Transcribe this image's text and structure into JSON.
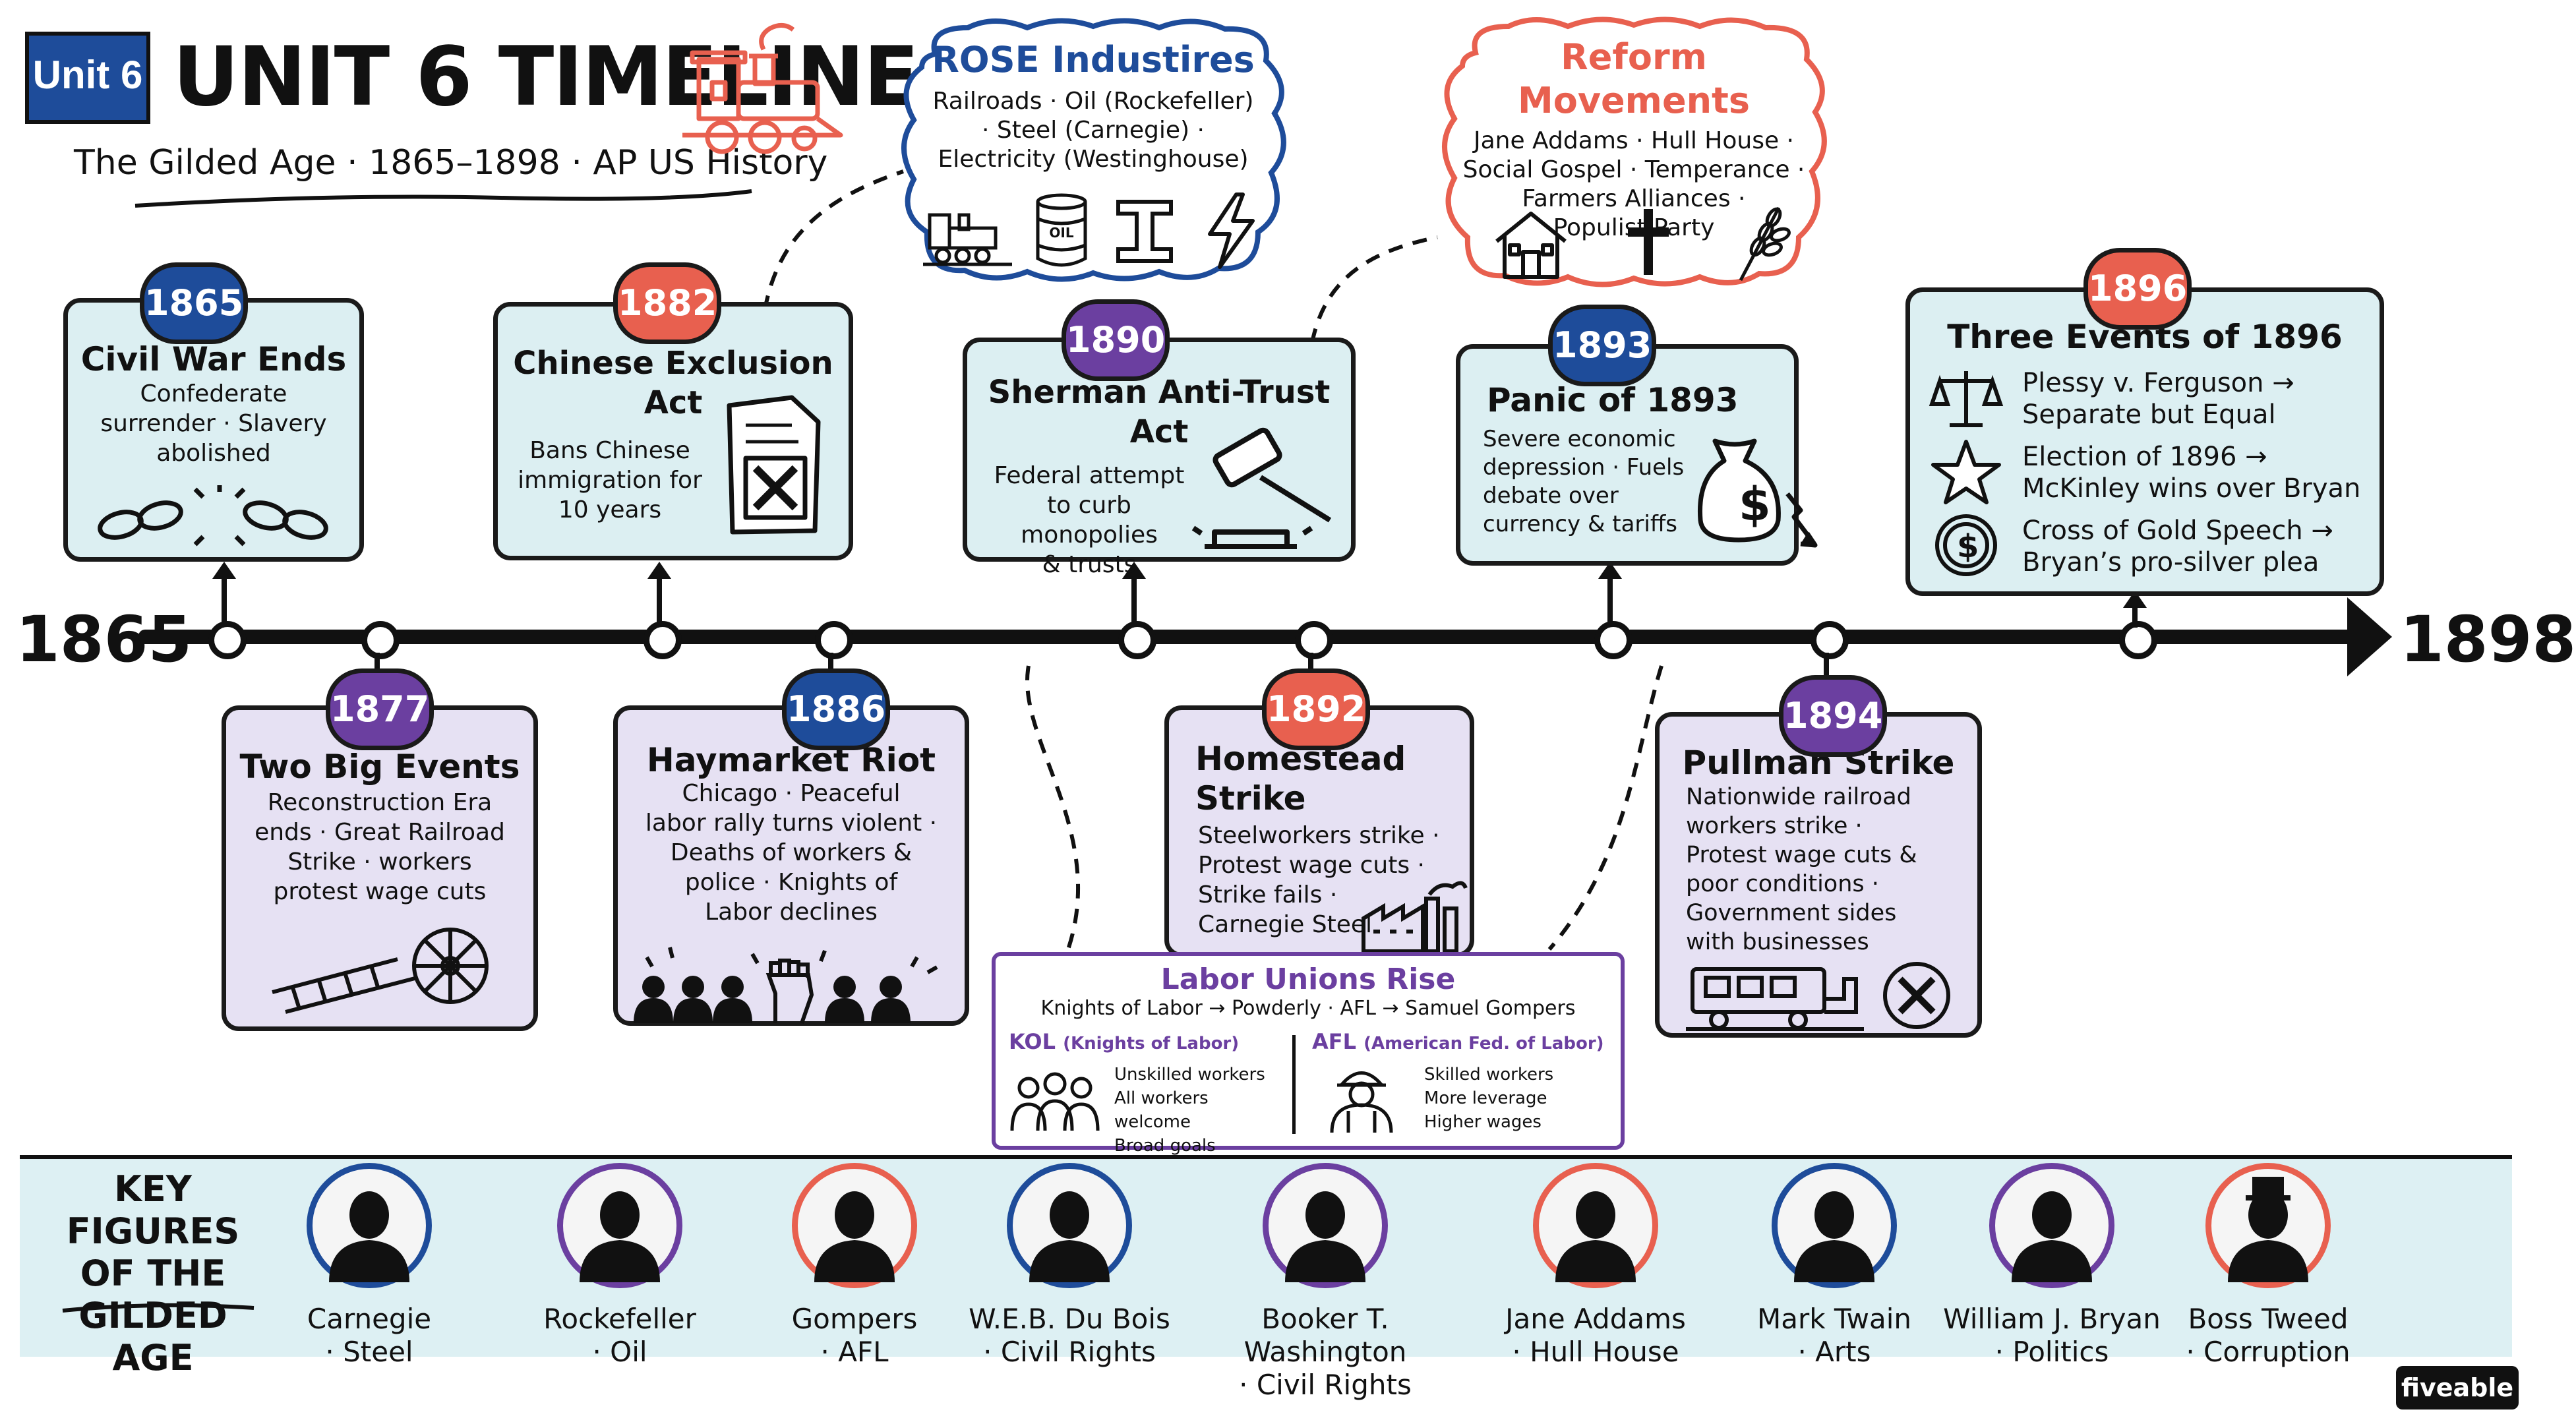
{
  "header": {
    "unit_badge": "Unit 6",
    "title": "UNIT 6 TIMELINE",
    "subtitle": "The Gilded Age · 1865–1898 · AP US History"
  },
  "timeline": {
    "start": "1865",
    "end": "1898"
  },
  "events_top": [
    {
      "year": "1865",
      "title": "Civil War Ends",
      "body": [
        "Confederate",
        "surrender · Slavery",
        "abolished"
      ],
      "icon": "broken-chain-icon"
    },
    {
      "year": "1882",
      "title": "Chinese Exclusion Act",
      "body": [
        "Bans Chinese",
        "immigration for",
        "10 years"
      ],
      "icon": "rejected-document-icon"
    },
    {
      "year": "1890",
      "title": "Sherman Anti-Trust Act",
      "body": [
        "Federal attempt",
        "to curb monopolies",
        "& trusts"
      ],
      "icon": "gavel-icon"
    },
    {
      "year": "1893",
      "title": "Panic of 1893",
      "body": [
        "Severe economic",
        "depression · Fuels",
        "debate over",
        "currency & tariffs"
      ],
      "icon": "money-bag-down-icon"
    },
    {
      "year": "1896",
      "title": "Three Events of 1896",
      "items": [
        {
          "icon": "scales-icon",
          "line1": "Plessy v. Ferguson →",
          "line2": "Separate but Equal"
        },
        {
          "icon": "star-icon",
          "line1": "Election of 1896 →",
          "line2": "McKinley wins over Bryan"
        },
        {
          "icon": "coin-icon",
          "line1": "Cross of Gold Speech →",
          "line2": "Bryan’s pro-silver plea"
        }
      ]
    }
  ],
  "events_bottom": [
    {
      "year": "1877",
      "title": "Two Big Events",
      "body": [
        "Reconstruction Era",
        "ends · Great Railroad",
        "Strike · workers",
        "protest wage cuts"
      ],
      "icon": "railroad-wheel-icon"
    },
    {
      "year": "1886",
      "title": "Haymarket Riot",
      "body": [
        "Chicago · Peaceful",
        "labor rally turns violent ·",
        "Deaths of workers &",
        "police · Knights of",
        "Labor declines"
      ],
      "icon": "crowd-fist-icon"
    },
    {
      "year": "1892",
      "title": "Homestead Strike",
      "body": [
        "Steelworkers strike ·",
        "Protest wage cuts ·",
        "Strike fails ·",
        "Carnegie Steel"
      ],
      "icon": "factory-icon"
    },
    {
      "year": "1894",
      "title": "Pullman Strike",
      "body": [
        "Nationwide railroad",
        "workers strike ·",
        "Protest wage cuts &",
        "poor conditions ·",
        "Government sides",
        "with businesses"
      ],
      "icon": "railcar-cancel-icon"
    }
  ],
  "rose": {
    "title": "ROSE Industires",
    "lines": [
      "Railroads · Oil (Rockefeller)",
      "· Steel (Carnegie) ·",
      "Electricity (Westinghouse)"
    ],
    "oil_label": "OIL"
  },
  "reform": {
    "title": "Reform Movements",
    "lines": [
      "Jane Addams · Hull House ·",
      "Social Gospel · Temperance ·",
      "Farmers Alliances ·",
      "Populist Party"
    ]
  },
  "labor_unions": {
    "title": "Labor Unions Rise",
    "flow": "Knights of Labor → Powderly · AFL → Samuel Gompers",
    "kol": {
      "abbr": "KOL",
      "full": "(Knights of Labor)",
      "items": [
        "Unskilled workers",
        "All workers welcome",
        "Broad goals"
      ]
    },
    "afl": {
      "abbr": "AFL",
      "full": "(American Fed. of Labor)",
      "items": [
        "Skilled workers",
        "More leverage",
        "Higher wages"
      ]
    }
  },
  "key_figures": {
    "heading": [
      "KEY FIGURES",
      "OF THE",
      "GILDED AGE"
    ],
    "people": [
      {
        "name": "Carnegie",
        "role": "· Steel",
        "ring": "#1e4c9a"
      },
      {
        "name": "Rockefeller",
        "role": "· Oil",
        "ring": "#6b3fa0"
      },
      {
        "name": "Gompers",
        "role": "· AFL",
        "ring": "#e8604f"
      },
      {
        "name": "W.E.B. Du Bois",
        "role": "· Civil Rights",
        "ring": "#1e4c9a"
      },
      {
        "name": "Booker T. Washington",
        "role": "· Civil Rights",
        "ring": "#6b3fa0"
      },
      {
        "name": "Jane Addams",
        "role": "· Hull House",
        "ring": "#e8604f"
      },
      {
        "name": "Mark Twain",
        "role": "· Arts",
        "ring": "#1e4c9a"
      },
      {
        "name": "William J. Bryan",
        "role": "· Politics",
        "ring": "#6b3fa0"
      },
      {
        "name": "Boss Tweed",
        "role": "· Corruption",
        "ring": "#e8604f"
      }
    ]
  },
  "brand": "fiveable",
  "colors": {
    "blue": "#1e4c9a",
    "red": "#e8604f",
    "purple": "#6b3fa0",
    "card_blue": "#dceff2",
    "card_purple": "#e6e1f3",
    "band": "#ddf0f3"
  }
}
